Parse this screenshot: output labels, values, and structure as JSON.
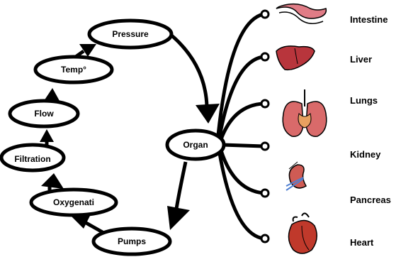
{
  "nodes": {
    "pressure": "Pressure",
    "temp": "Temp°",
    "flow": "Flow",
    "filtration": "Filtration",
    "oxygenation": "Oxygenati",
    "pumps": "Pumps",
    "organ": "Organ"
  },
  "organs": {
    "intestine": "Intestine",
    "liver": "Liver",
    "lungs": "Lungs",
    "kidney": "Kidney",
    "pancreas": "Pancreas",
    "heart": "Heart"
  },
  "colors": {
    "stroke": "#000000",
    "intestine": "#e07c86",
    "liver": "#b8353c",
    "lungs": "#d96a6a",
    "kidney": "#cf5b54",
    "pancreas_vessel": "#4f7fd1",
    "heart": "#c0392b"
  }
}
